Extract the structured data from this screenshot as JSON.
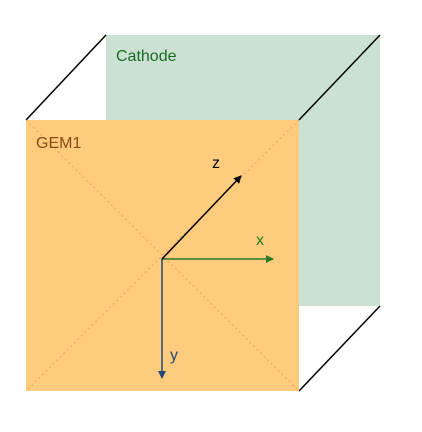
{
  "labels": {
    "cathode": "Cathode",
    "gem": "GEM1"
  },
  "axes": {
    "x": "x",
    "y": "y",
    "z": "z"
  },
  "colors": {
    "cathode_fill": "#cae1d4",
    "cathode_text": "#1b6b1f",
    "gem_fill": "#fecc7c",
    "gem_text": "#8c4a1a",
    "gem_diagonal": "#eda96a",
    "x_axis": "#2a7a25",
    "y_axis": "#1f4a7a",
    "z_axis": "#000000",
    "edges": "#000000"
  }
}
